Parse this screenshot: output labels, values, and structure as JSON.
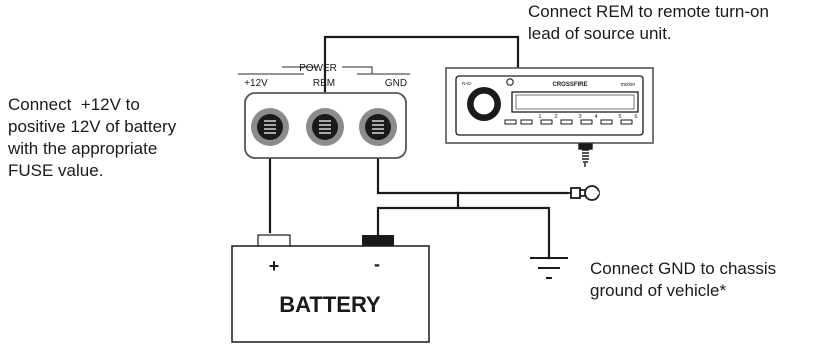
{
  "notes": {
    "rem": "Connect REM to remote turn-on\nlead of source unit.",
    "power": "Connect  +12V to\npositive 12V of battery\nwith the appropriate\nFUSE value.",
    "gnd": "Connect GND to chassis\nground of vehicle*"
  },
  "terminal_block": {
    "group_label": "POWER",
    "labels": [
      "+12V",
      "REM",
      "GND"
    ]
  },
  "head_unit": {
    "brand": "CROSSFIRE",
    "model": "mixlon",
    "button_label": "RAD",
    "preset_numbers": [
      "1",
      "2",
      "3",
      "4",
      "5",
      "6"
    ]
  },
  "battery": {
    "positive": "+",
    "negative": "-",
    "label": "BATTERY"
  },
  "colors": {
    "wire": "#1a1a1a",
    "terminal_ring": "#8c8c8c",
    "panel_border": "#555555"
  }
}
